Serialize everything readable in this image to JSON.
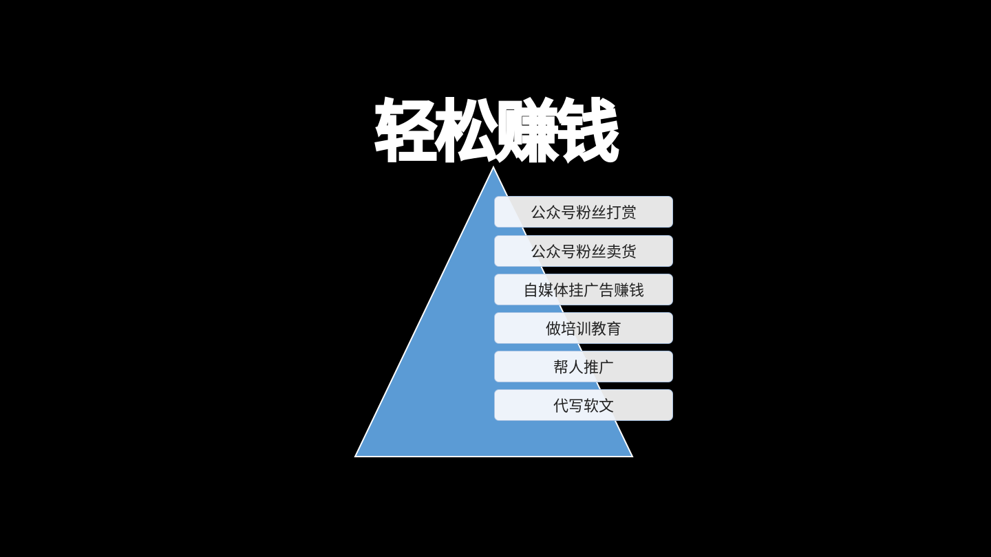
{
  "title": "轻松赚钱",
  "colors": {
    "pyramid": "#5b9bd5",
    "pyramid_outline": "#ffffff",
    "box_fill": "#e6e6e6",
    "box_tint": "#eef3fa",
    "box_border": "#a9c3e3"
  },
  "items": [
    {
      "label": "公众号粉丝打赏"
    },
    {
      "label": "公众号粉丝卖货"
    },
    {
      "label": "自媒体挂广告赚钱"
    },
    {
      "label": "做培训教育"
    },
    {
      "label": "帮人推广"
    },
    {
      "label": "代写软文"
    }
  ]
}
